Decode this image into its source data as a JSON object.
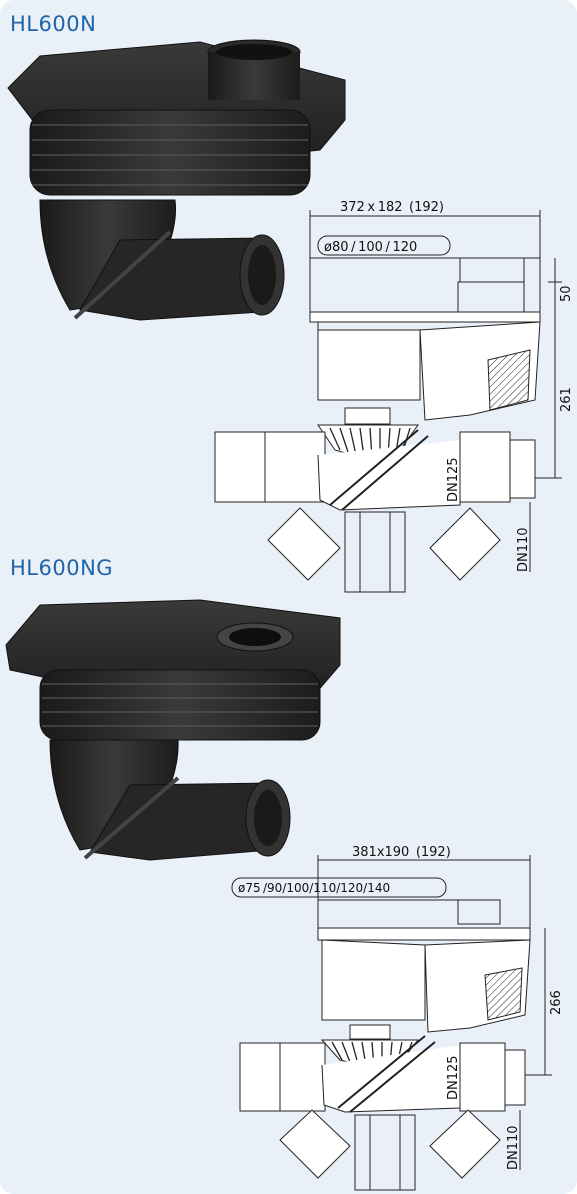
{
  "products": [
    {
      "name": "HL600N",
      "dims": {
        "width_label": "372 x 182 (192)",
        "diameters_label": "ø80 / 100 / 120",
        "height_top": "50",
        "height_body": "261",
        "dn_outlet": "DN125",
        "dn_inlet": "DN110"
      }
    },
    {
      "name": "HL600NG",
      "dims": {
        "width_label": "381x190 (192)",
        "diameters_label": "ø75 /90/100/110/120/140",
        "height_body": "266",
        "dn_outlet": "DN125",
        "dn_inlet": "DN110"
      }
    }
  ],
  "colors": {
    "panel_bg": "#e9f0f8",
    "title": "#1f63a8",
    "product_body": "#2b2b2b",
    "drawing_line": "#222222"
  }
}
